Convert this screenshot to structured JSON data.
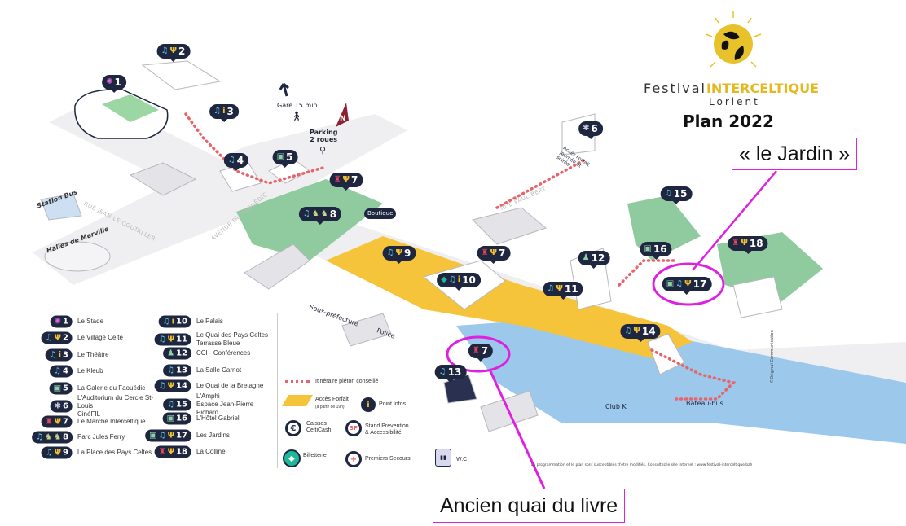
{
  "header": {
    "festival": "Festival",
    "festival_brand": "INTERCELTIQUE",
    "city": "Lorient",
    "plan_title": "Plan 2022"
  },
  "callouts": {
    "jardin": "« le Jardin »",
    "quai_livre": "Ancien quai du livre"
  },
  "map_labels": {
    "gare": "Gare 15 min",
    "parking": "Parking\n2 roues",
    "north": "N",
    "station_bus": "Station Bus",
    "halles": "Halles de Merville",
    "street_coutaller": "RUE JEAN LE COUTALLER",
    "street_faouedic": "AVENUE DU FAOUËDIC",
    "street_paul_bert": "RUE PAUL BERT",
    "sous_prefecture": "Sous-préfecture",
    "police": "Police",
    "boutique": "Boutique",
    "acces_forfait_6": "Accès Forfait journée et soirée",
    "club_k": "Club K",
    "bateau_bus": "Bateau-bus",
    "credit": "©Original Communication",
    "footer_note": "La programmation et le plan sont susceptibles d'être modifiés. Consultez le site internet : www.festival-interceltique.bzh"
  },
  "markers": [
    {
      "num": "1",
      "icons": [
        "stade"
      ]
    },
    {
      "num": "2",
      "icons": [
        "music",
        "food"
      ]
    },
    {
      "num": "3",
      "icons": [
        "music",
        "info"
      ]
    },
    {
      "num": "4",
      "icons": [
        "music"
      ]
    },
    {
      "num": "5",
      "icons": [
        "expo"
      ]
    },
    {
      "num": "6",
      "icons": [
        "film"
      ]
    },
    {
      "num": "7",
      "icons": [
        "market",
        "food"
      ]
    },
    {
      "num": "8",
      "icons": [
        "music",
        "kid",
        "kid"
      ]
    },
    {
      "num": "9",
      "icons": [
        "music",
        "food"
      ]
    },
    {
      "num": "7",
      "icons": [
        "market",
        "food"
      ]
    },
    {
      "num": "10",
      "icons": [
        "ticket",
        "music",
        "info"
      ]
    },
    {
      "num": "11",
      "icons": [
        "music",
        "food"
      ]
    },
    {
      "num": "12",
      "icons": [
        "conf"
      ]
    },
    {
      "num": "13",
      "icons": [
        "music"
      ]
    },
    {
      "num": "7",
      "icons": [
        "market"
      ]
    },
    {
      "num": "14",
      "icons": [
        "music",
        "food"
      ]
    },
    {
      "num": "15",
      "icons": [
        "music"
      ]
    },
    {
      "num": "16",
      "icons": [
        "expo"
      ]
    },
    {
      "num": "17",
      "icons": [
        "expo",
        "music",
        "food"
      ]
    },
    {
      "num": "18",
      "icons": [
        "market",
        "food"
      ]
    }
  ],
  "legend": {
    "venues": [
      {
        "num": "1",
        "icons": [
          "stade"
        ],
        "label": "Le Stade"
      },
      {
        "num": "2",
        "icons": [
          "music",
          "food"
        ],
        "label": "Le Village Celte"
      },
      {
        "num": "3",
        "icons": [
          "music",
          "info"
        ],
        "label": "Le Théâtre"
      },
      {
        "num": "4",
        "icons": [
          "music"
        ],
        "label": "Le Kleub"
      },
      {
        "num": "5",
        "icons": [
          "expo"
        ],
        "label": "La Galerie du Faouëdic"
      },
      {
        "num": "6",
        "icons": [
          "film"
        ],
        "label": "L'Auditorium du Cercle St-Louis\nCinéFIL"
      },
      {
        "num": "7",
        "icons": [
          "market",
          "food"
        ],
        "label": "Le Marché Interceltique"
      },
      {
        "num": "8",
        "icons": [
          "music",
          "kid",
          "kid"
        ],
        "label": "Parc Jules Ferry"
      },
      {
        "num": "9",
        "icons": [
          "music",
          "food"
        ],
        "label": "La Place des Pays Celtes"
      },
      {
        "num": "10",
        "icons": [
          "music",
          "info"
        ],
        "label": "Le Palais"
      },
      {
        "num": "11",
        "icons": [
          "music",
          "food"
        ],
        "label": "Le Quai des Pays Celtes\nTerrasse Bleue"
      },
      {
        "num": "12",
        "icons": [
          "conf"
        ],
        "label": "CCI - Conférences"
      },
      {
        "num": "13",
        "icons": [
          "music"
        ],
        "label": "La Salle Carnot"
      },
      {
        "num": "14",
        "icons": [
          "music",
          "food"
        ],
        "label": "Le Quai de la Bretagne"
      },
      {
        "num": "15",
        "icons": [
          "music"
        ],
        "label": "L'Amphi\nEspace Jean-Pierre Pichard"
      },
      {
        "num": "16",
        "icons": [
          "expo"
        ],
        "label": "L'Hôtel Gabriel"
      },
      {
        "num": "17",
        "icons": [
          "expo",
          "music",
          "food"
        ],
        "label": "Les Jardins"
      },
      {
        "num": "18",
        "icons": [
          "market",
          "food"
        ],
        "label": "La Colline"
      }
    ],
    "symbols": {
      "itinerary": "Itinéraire piéton conseillé",
      "acces_forfait": "Accès Forfait",
      "acces_forfait_note": "(à partir de 19h)",
      "point_infos": "Point Infos",
      "caisses": "Caisses\nCeltiCash",
      "stand": "Stand Prévention\n& Accessibilité",
      "stand_badge": "SP",
      "billetterie": "Billetterie",
      "secours": "Premiers Secours",
      "wc": "W.C"
    }
  },
  "icon_glyphs": {
    "music": "♫",
    "food": "Ψ",
    "info": "i",
    "expo": "▣",
    "film": "✱",
    "market": "♜",
    "stade": "✺",
    "conf": "♟",
    "kid": "♞",
    "ticket": "◆"
  },
  "colors": {
    "accent_yellow": "#f5c43a",
    "water": "#9cc8ec",
    "park": "#8fcb9f",
    "marker": "#1e2640",
    "callout": "#e020e0",
    "itinerary": "#e8646a"
  }
}
